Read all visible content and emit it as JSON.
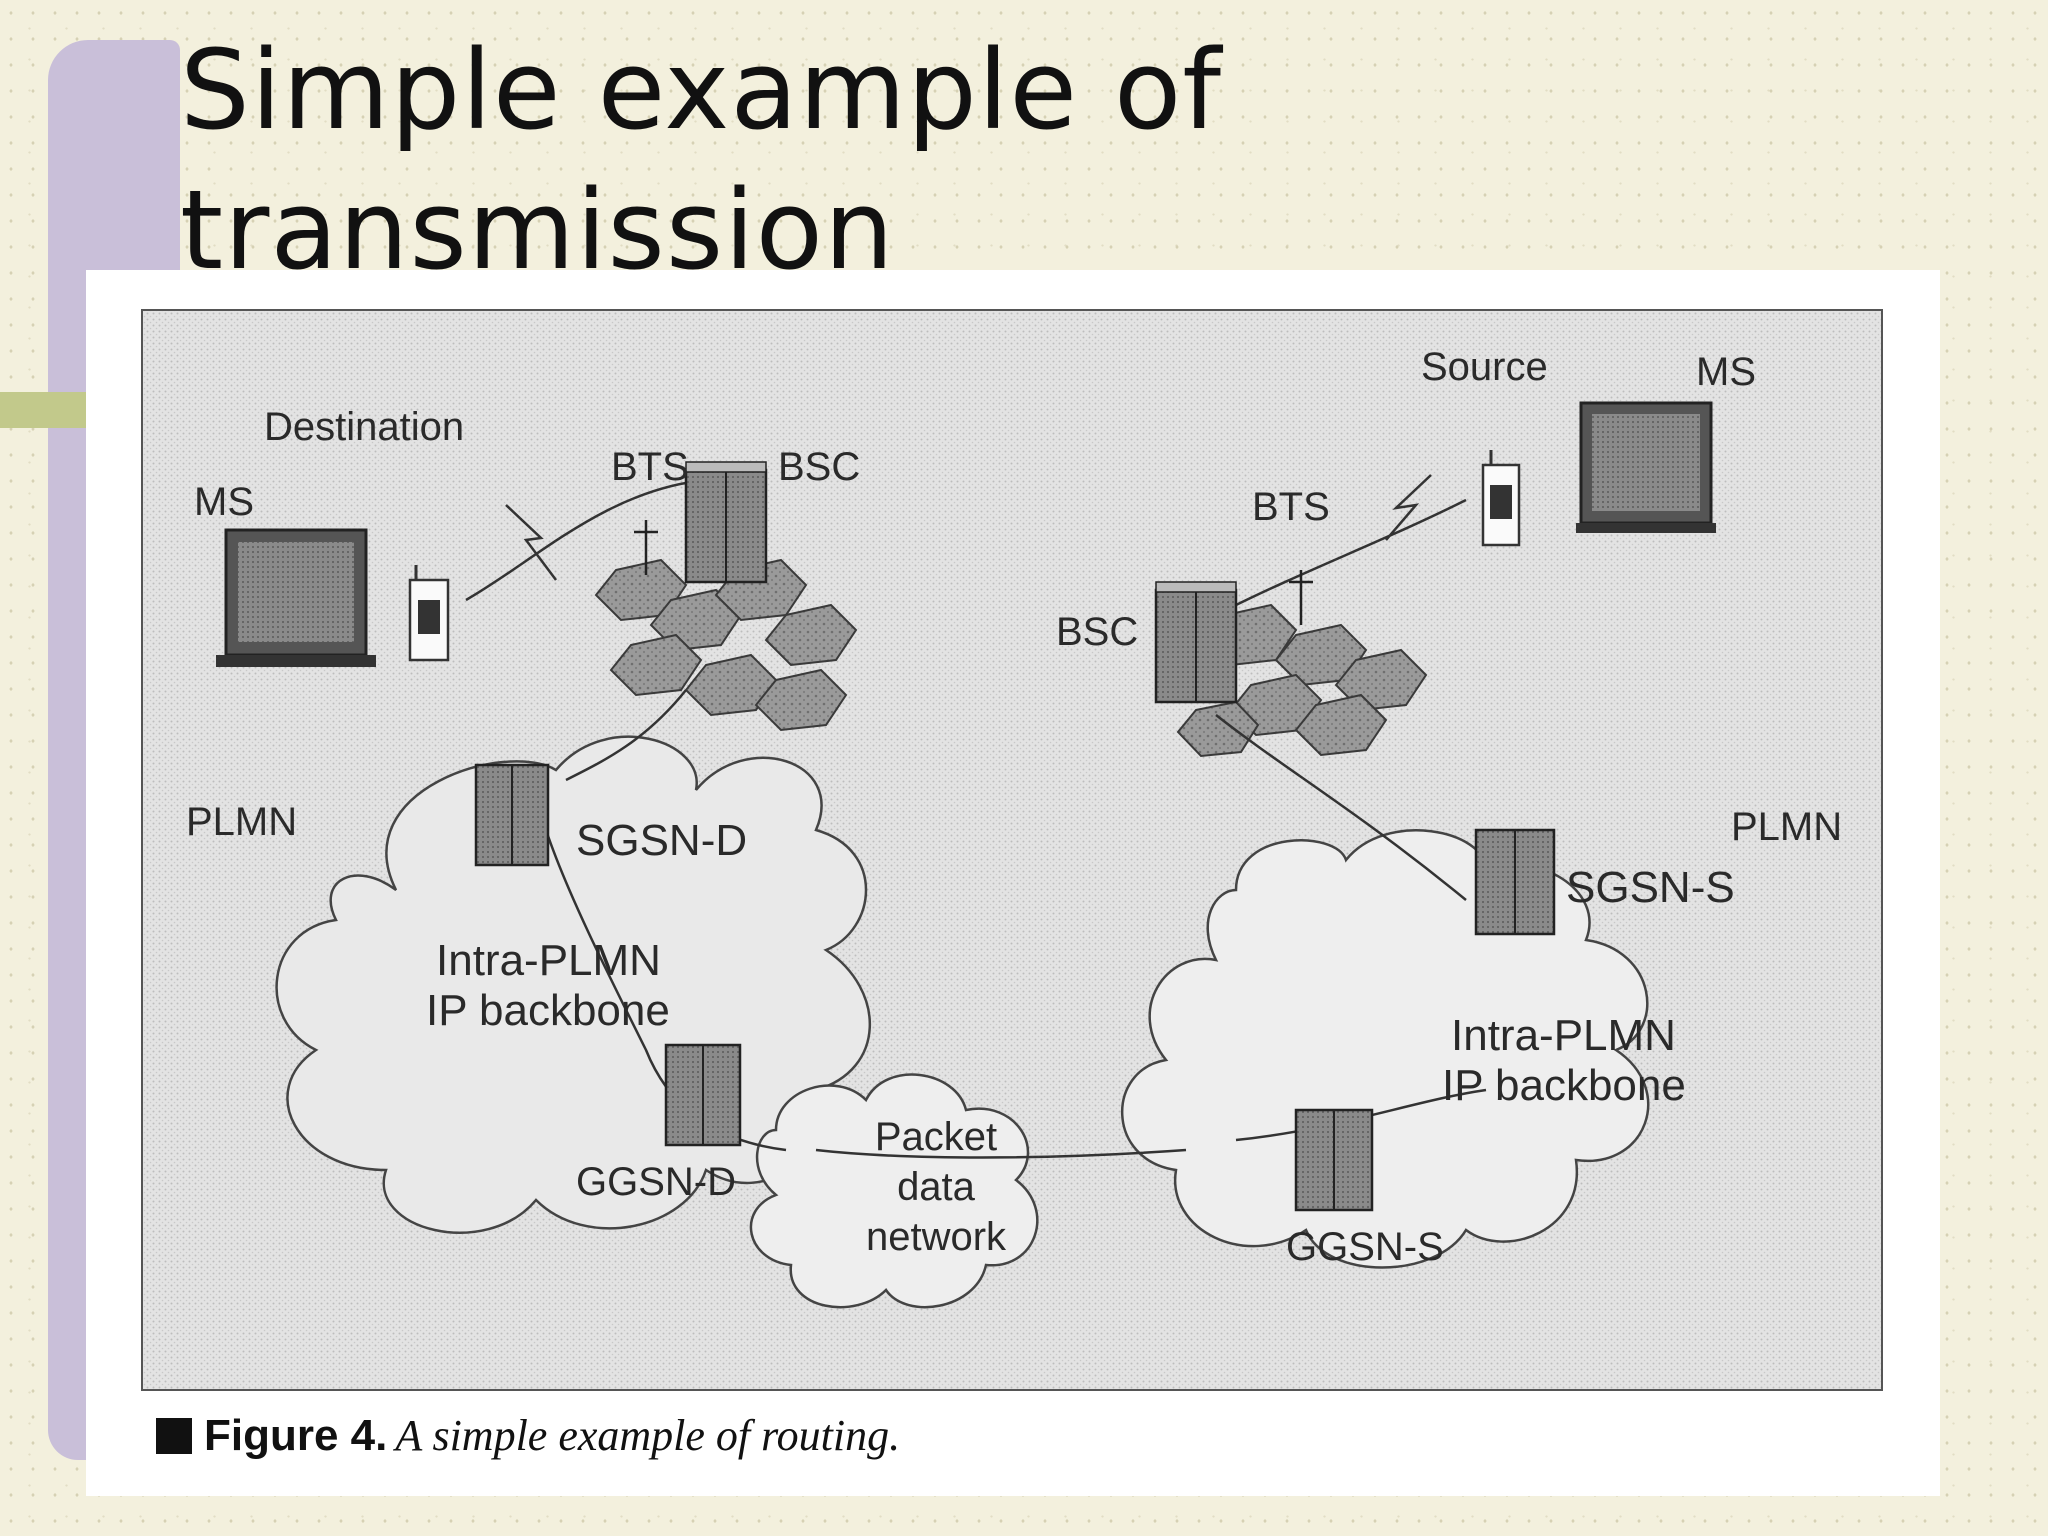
{
  "slide": {
    "title": "Simple example of transmission"
  },
  "figure": {
    "caption_label": "Figure 4.",
    "caption_text": "A simple example of routing.",
    "labels": {
      "destination": "Destination",
      "ms_destination": "MS",
      "bts_destination": "BTS",
      "bsc_destination": "BSC",
      "plmn_destination": "PLMN",
      "sgsn_d": "SGSN-D",
      "backbone_d_line1": "Intra-PLMN",
      "backbone_d_line2": "IP backbone",
      "ggsn_d": "GGSN-D",
      "pdn_line1": "Packet",
      "pdn_line2": "data",
      "pdn_line3": "network",
      "source": "Source",
      "ms_source": "MS",
      "bts_source": "BTS",
      "bsc_source": "BSC",
      "plmn_source": "PLMN",
      "sgsn_s": "SGSN-S",
      "backbone_s_line1": "Intra-PLMN",
      "backbone_s_line2": "IP backbone",
      "ggsn_s": "GGSN-S"
    }
  },
  "colors": {
    "background": "#f3f0dd",
    "lavender_accent": "#c9bfd9",
    "olive_accent": "#c2c98b",
    "diagram_fill": "#d9d9d9",
    "cloud_fill": "#e6e6e6"
  }
}
